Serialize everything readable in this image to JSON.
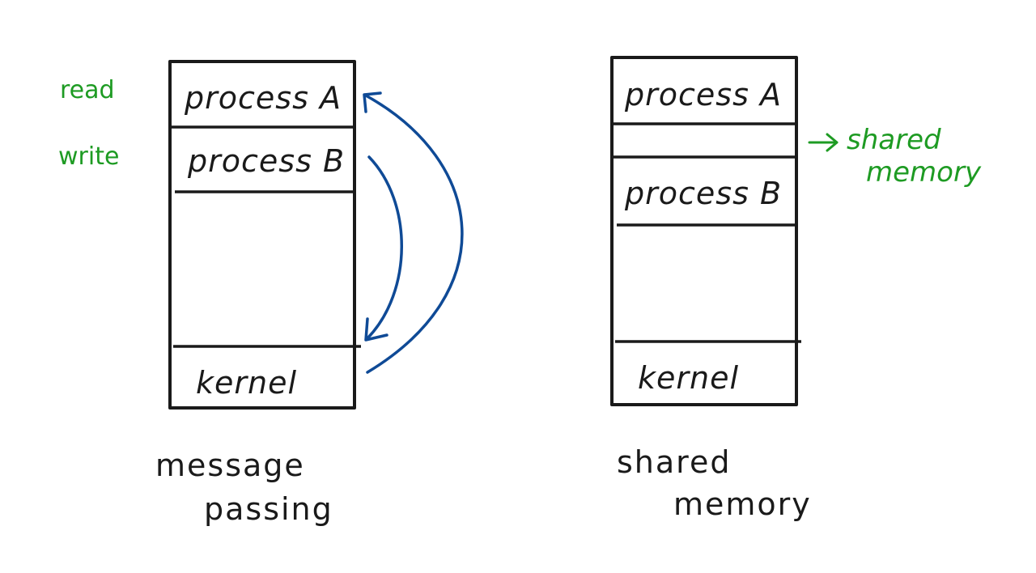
{
  "colors": {
    "ink": "#1a1a1a",
    "annotation": "#1e9b23",
    "arrow": "#0f4a96"
  },
  "message_passing": {
    "rows": {
      "process_a": "process A",
      "process_b": "process B",
      "kernel": "kernel"
    },
    "side_labels": {
      "read": "read",
      "write": "write"
    },
    "caption_line1": "message",
    "caption_line2": "passing"
  },
  "shared_memory": {
    "rows": {
      "process_a": "process A",
      "process_b": "process B",
      "kernel": "kernel"
    },
    "annotation_line1": "shared",
    "annotation_line2": "memory",
    "caption_line1": "shared",
    "caption_line2": "memory"
  }
}
